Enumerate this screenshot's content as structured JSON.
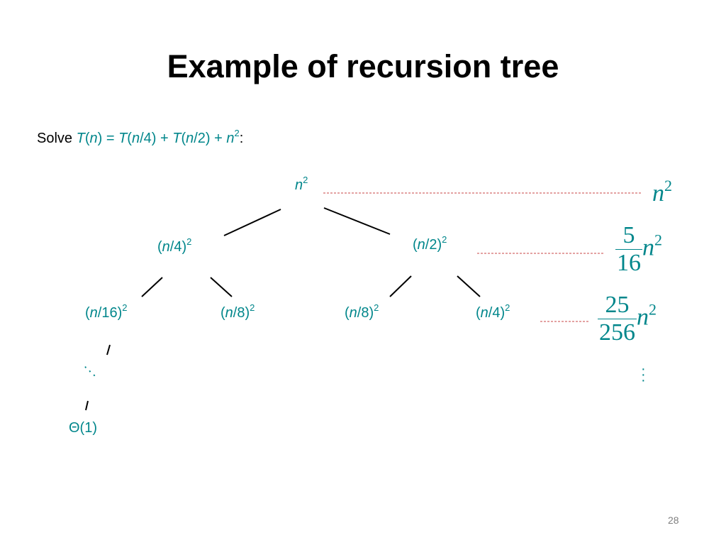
{
  "slide": {
    "title": "Example of recursion tree",
    "page_number": "28"
  },
  "problem": {
    "prefix": "Solve",
    "T1": "T",
    "n1": "n",
    "eq": ") = ",
    "T2": "T",
    "n2": "n",
    "div2": "/4) + ",
    "T3": "T",
    "n3": "n",
    "div3": "/2) + ",
    "n4": "n",
    "exp": "2",
    "suffix": ":"
  },
  "tree": {
    "root": {
      "var": "n",
      "exp": "2"
    },
    "level1": [
      {
        "open": "(",
        "var": "n",
        "rest": "/4)",
        "exp": "2"
      },
      {
        "open": "(",
        "var": "n",
        "rest": "/2)",
        "exp": "2"
      }
    ],
    "level2": [
      {
        "open": "(",
        "var": "n",
        "rest": "/16)",
        "exp": "2"
      },
      {
        "open": "(",
        "var": "n",
        "rest": "/8)",
        "exp": "2"
      },
      {
        "open": "(",
        "var": "n",
        "rest": "/8)",
        "exp": "2"
      },
      {
        "open": "(",
        "var": "n",
        "rest": "/4)",
        "exp": "2"
      }
    ],
    "leaf": "Θ(1)"
  },
  "level_sums": [
    {
      "var": "n",
      "exp": "2"
    },
    {
      "num": "5",
      "den": "16",
      "var": "n",
      "exp": "2"
    },
    {
      "num": "25",
      "den": "256",
      "var": "n",
      "exp": "2"
    }
  ],
  "colors": {
    "accent": "#00868b",
    "guide": "#d46a6a",
    "text": "#000000"
  }
}
